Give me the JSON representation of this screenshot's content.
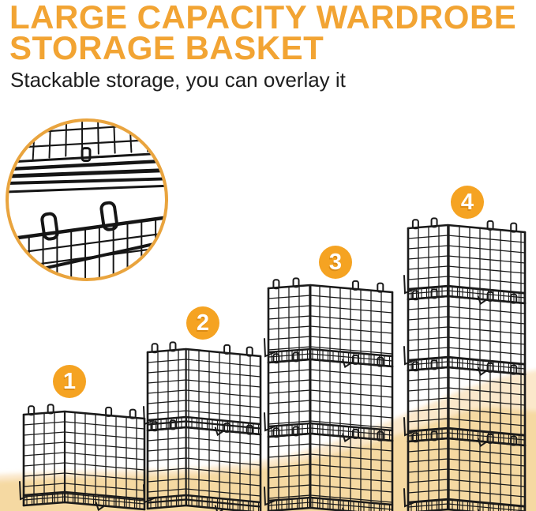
{
  "header": {
    "title_line1": "LARGE CAPACITY WARDROBE",
    "title_line2": "STORAGE BASKET",
    "subtitle": "Stackable storage, you can overlay it"
  },
  "inset": {
    "icon": "stacking-hooks-closeup-icon"
  },
  "stacks": [
    {
      "label": "1",
      "basket_count": 1
    },
    {
      "label": "2",
      "basket_count": 2
    },
    {
      "label": "3",
      "basket_count": 3
    },
    {
      "label": "4",
      "basket_count": 4
    }
  ],
  "colors": {
    "accent_orange": "#F2A433",
    "badge_orange": "#F5A322",
    "inset_ring_orange": "#E9A43E",
    "wire_black": "#1a1a1a",
    "wave_tan": "#F5D9A2",
    "wave_cream": "#FBE8CB",
    "subtitle_text": "#1e1e1e"
  }
}
